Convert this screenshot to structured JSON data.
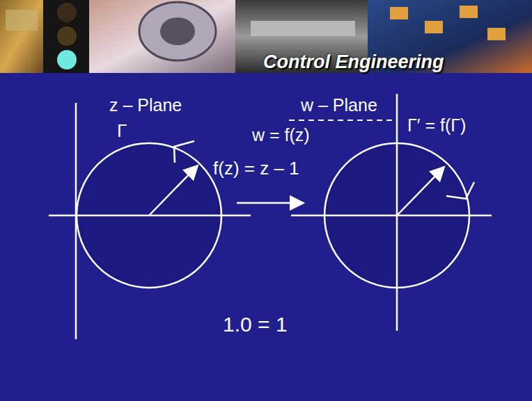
{
  "diagram": {
    "labels": [
      "Control Engineering",
      "z – Plane",
      "Γ",
      "w – Plane",
      "w = f(z)",
      "Γ′ = f(Γ)",
      "f(z) = z – 1",
      "1.0 = 1"
    ]
  }
}
